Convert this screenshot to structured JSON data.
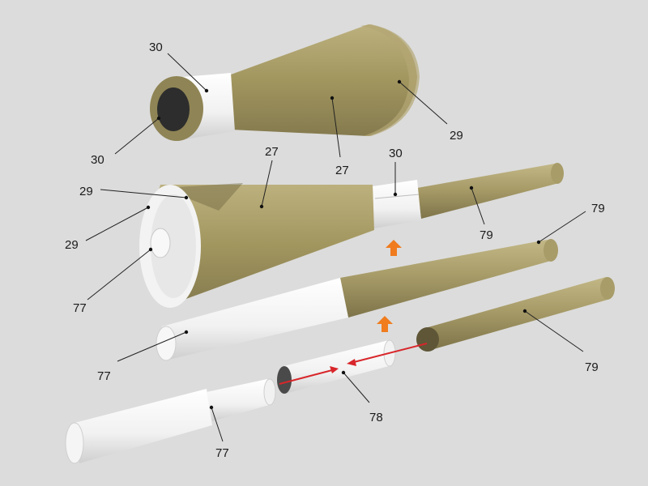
{
  "labels": {
    "top_30_upper": "30",
    "top_30_lower": "30",
    "top_27": "27",
    "top_29": "29",
    "mid_27": "27",
    "mid_30": "30",
    "mid_29_a": "29",
    "mid_29_b": "29",
    "mid_79": "79",
    "mid_77": "77",
    "low_79": "79",
    "low_77": "77",
    "bottom_79": "79",
    "bottom_78": "78",
    "bottom_77": "77"
  },
  "colors": {
    "background": "#dcdcdc",
    "khaki": "#a69a68",
    "khaki_dark": "#7d7348",
    "khaki_light": "#b8ad7d",
    "white_part": "#f4f4f4",
    "arrow_orange": "#f07c1e",
    "arrow_red": "#d8262a"
  }
}
